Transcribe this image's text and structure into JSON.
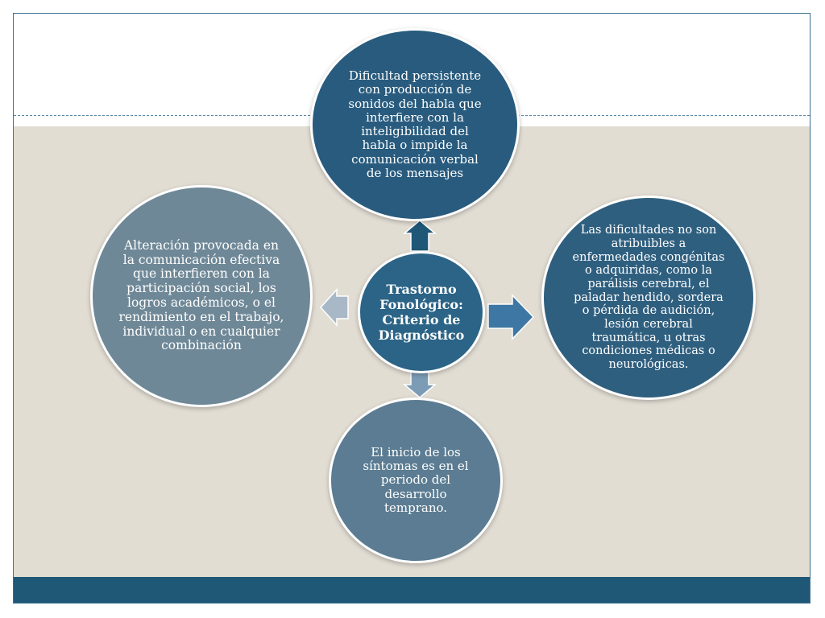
{
  "center": {
    "title": "Trastorno Fonológico: Criterio de Diagnóstico"
  },
  "criteria": {
    "top": "Dificultad persistente con producción de sonidos del habla que interfiere con la inteligibilidad del habla o impide la comunicación verbal de los mensajes",
    "right": "Las dificultades no son atribuibles a enfermedades congénitas o adquiridas, como la parálisis cerebral, el paladar hendido, sordera o pérdida de audición, lesión cerebral traumática, u otras condiciones médicas o neurológicas.",
    "bottom": "El inicio de los síntomas es en el periodo del desarrollo temprano.",
    "left": "Alteración provocada en la comunicación efectiva que interfieren con la participación social, los logros académicos, o el rendimiento en el trabajo, individual o en cualquier combinación"
  },
  "colors": {
    "band": "#e2ddd3",
    "bottom_bar": "#1f5777",
    "circle_top": "#285b7e",
    "circle_right": "#2f5f7f",
    "circle_bottom": "#5b7c92",
    "circle_left": "#6f8897",
    "circle_center": "#2b6486"
  }
}
